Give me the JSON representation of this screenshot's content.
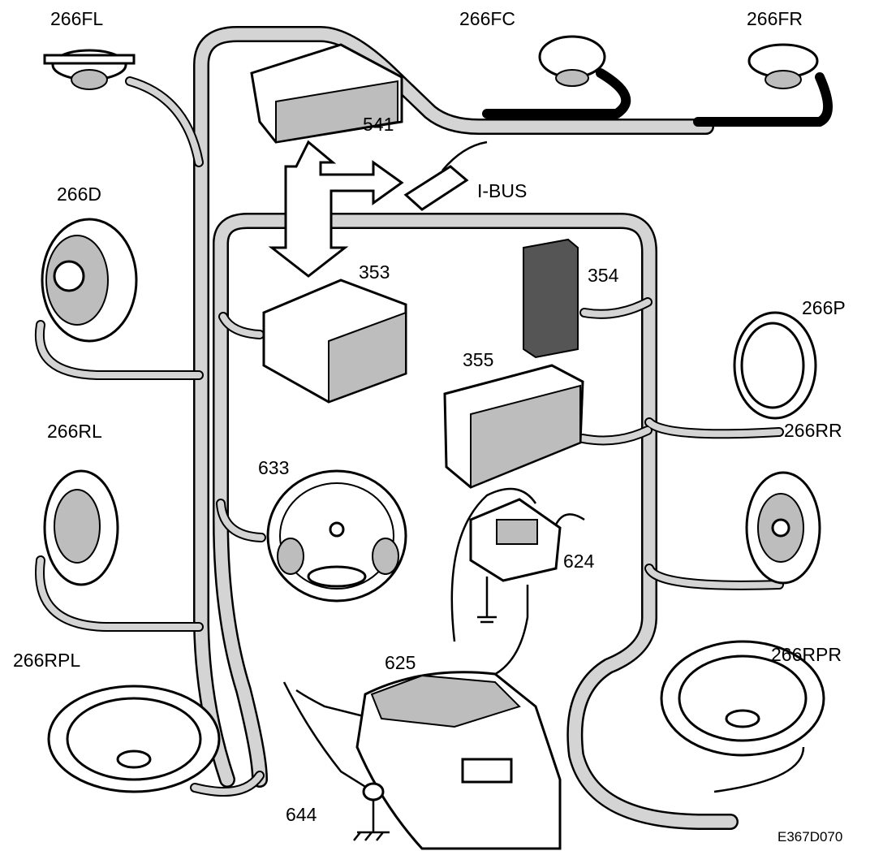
{
  "diagram": {
    "labels": {
      "speaker_front_left": "266FL",
      "speaker_front_center": "266FC",
      "speaker_front_right": "266FR",
      "display_unit": "541",
      "ibus": "I-BUS",
      "speaker_door": "266D",
      "radio_unit": "353",
      "amplifier": "354",
      "speaker_pillar": "266P",
      "cd_changer": "355",
      "speaker_rear_right": "266RR",
      "speaker_rear_left": "266RL",
      "steering_wheel": "633",
      "antenna_amplifier": "624",
      "speaker_rear_parcel_left": "266RPL",
      "speaker_rear_parcel_right": "266RPR",
      "rear_window_antenna": "625",
      "ground_point": "644"
    },
    "figure_code": "E367D070",
    "colors": {
      "harness": "#d4d4d4",
      "outline": "#000000",
      "background": "#ffffff"
    }
  }
}
